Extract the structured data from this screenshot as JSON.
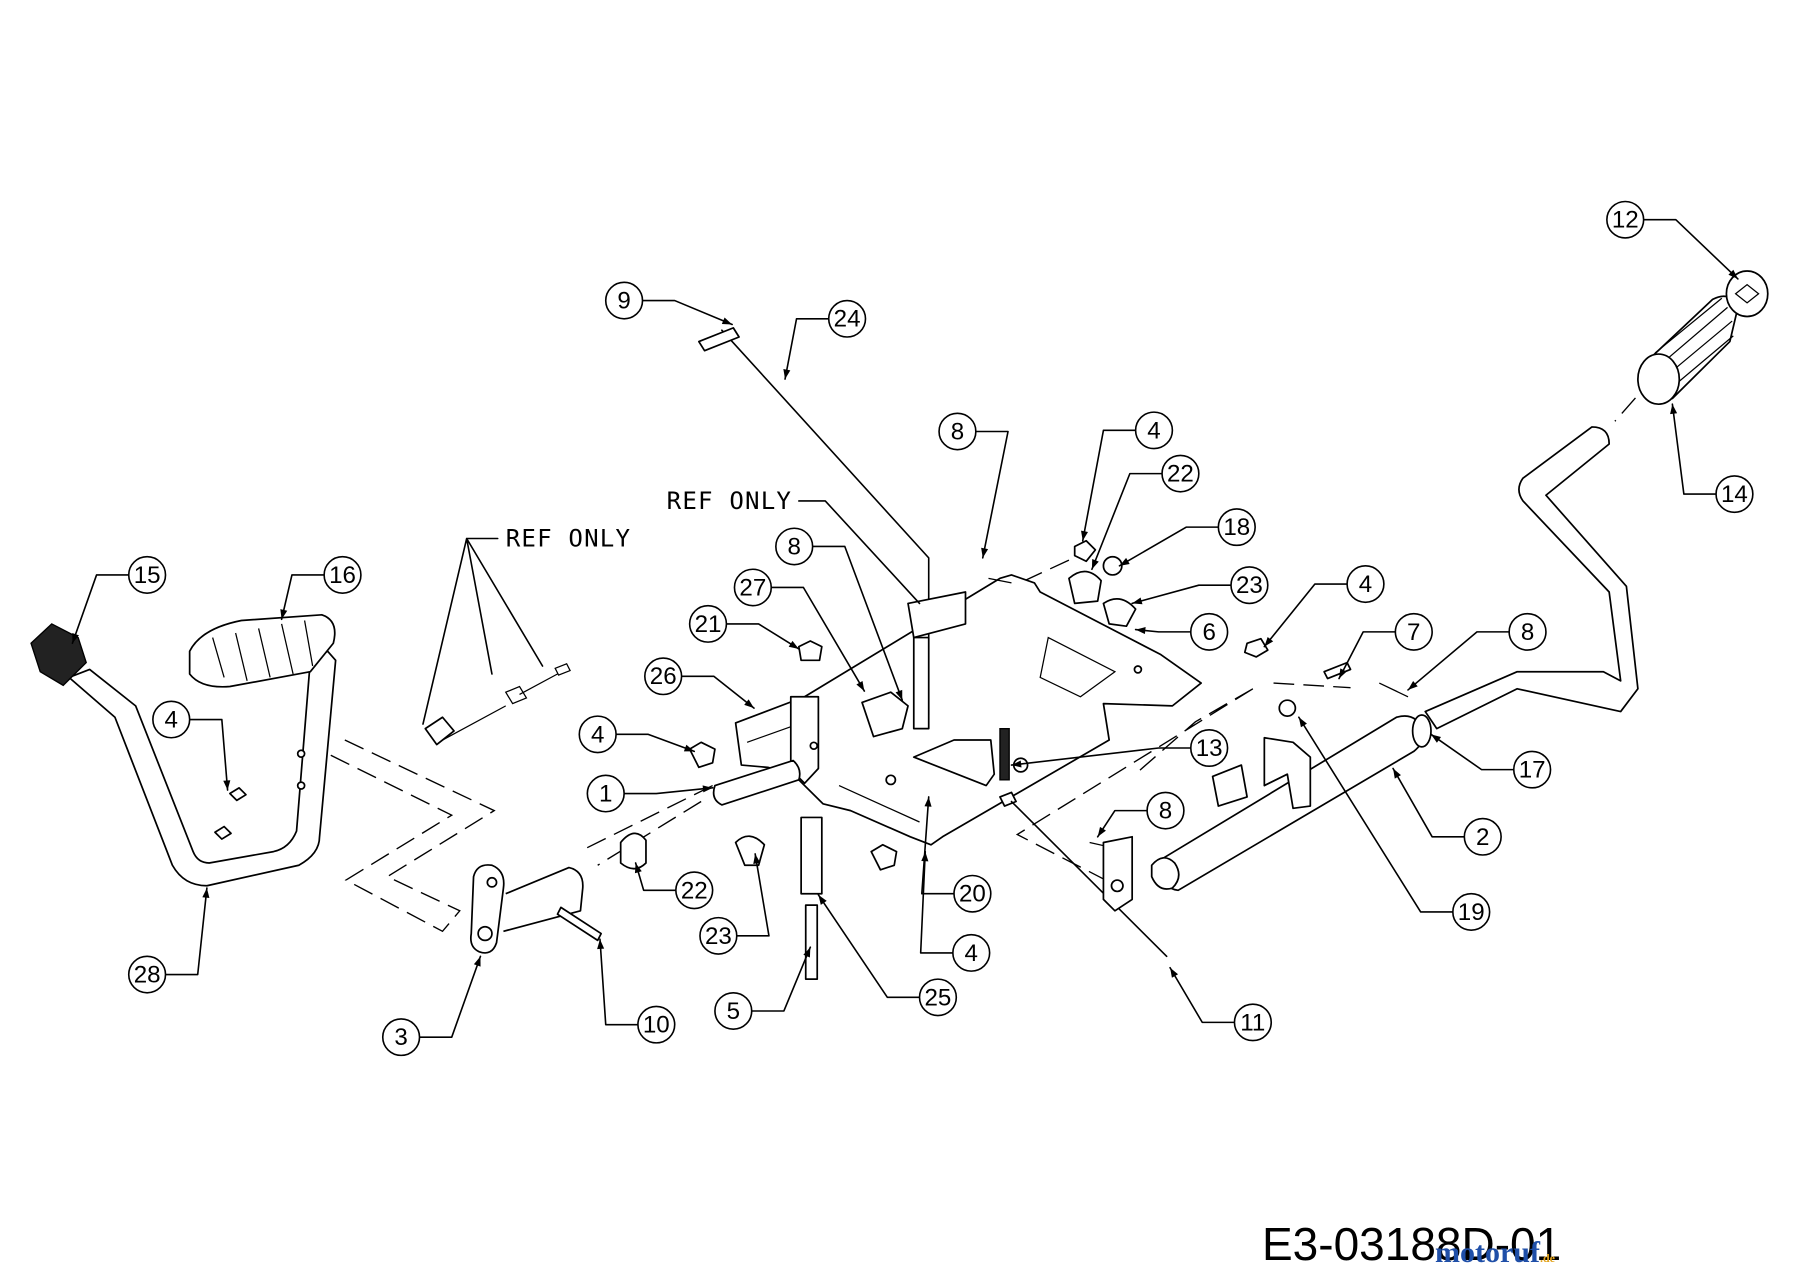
{
  "callouts": [
    {
      "id": "c1",
      "label": "1"
    },
    {
      "id": "c2",
      "label": "2"
    },
    {
      "id": "c3",
      "label": "3"
    },
    {
      "id": "c4a",
      "label": "4"
    },
    {
      "id": "c4b",
      "label": "4"
    },
    {
      "id": "c4c",
      "label": "4"
    },
    {
      "id": "c4d",
      "label": "4"
    },
    {
      "id": "c4e",
      "label": "4"
    },
    {
      "id": "c5",
      "label": "5"
    },
    {
      "id": "c6",
      "label": "6"
    },
    {
      "id": "c7",
      "label": "7"
    },
    {
      "id": "c8a",
      "label": "8"
    },
    {
      "id": "c8b",
      "label": "8"
    },
    {
      "id": "c8c",
      "label": "8"
    },
    {
      "id": "c8d",
      "label": "8"
    },
    {
      "id": "c9",
      "label": "9"
    },
    {
      "id": "c10",
      "label": "10"
    },
    {
      "id": "c11",
      "label": "11"
    },
    {
      "id": "c12",
      "label": "12"
    },
    {
      "id": "c13",
      "label": "13"
    },
    {
      "id": "c14",
      "label": "14"
    },
    {
      "id": "c15",
      "label": "15"
    },
    {
      "id": "c16",
      "label": "16"
    },
    {
      "id": "c17",
      "label": "17"
    },
    {
      "id": "c18",
      "label": "18"
    },
    {
      "id": "c19",
      "label": "19"
    },
    {
      "id": "c20",
      "label": "20"
    },
    {
      "id": "c21",
      "label": "21"
    },
    {
      "id": "c22a",
      "label": "22"
    },
    {
      "id": "c22b",
      "label": "22"
    },
    {
      "id": "c23a",
      "label": "23"
    },
    {
      "id": "c23b",
      "label": "23"
    },
    {
      "id": "c24",
      "label": "24"
    },
    {
      "id": "c25",
      "label": "25"
    },
    {
      "id": "c26",
      "label": "26"
    },
    {
      "id": "c27",
      "label": "27"
    },
    {
      "id": "c28",
      "label": "28"
    }
  ],
  "ref_notes": [
    "REF ONLY",
    "REF ONLY"
  ],
  "drawing_number": "E3-03188D-01",
  "watermark": {
    "text": "motoruf",
    "suffix": ".de",
    "colors": [
      "#1f4fa8",
      "#e2a21a"
    ]
  }
}
